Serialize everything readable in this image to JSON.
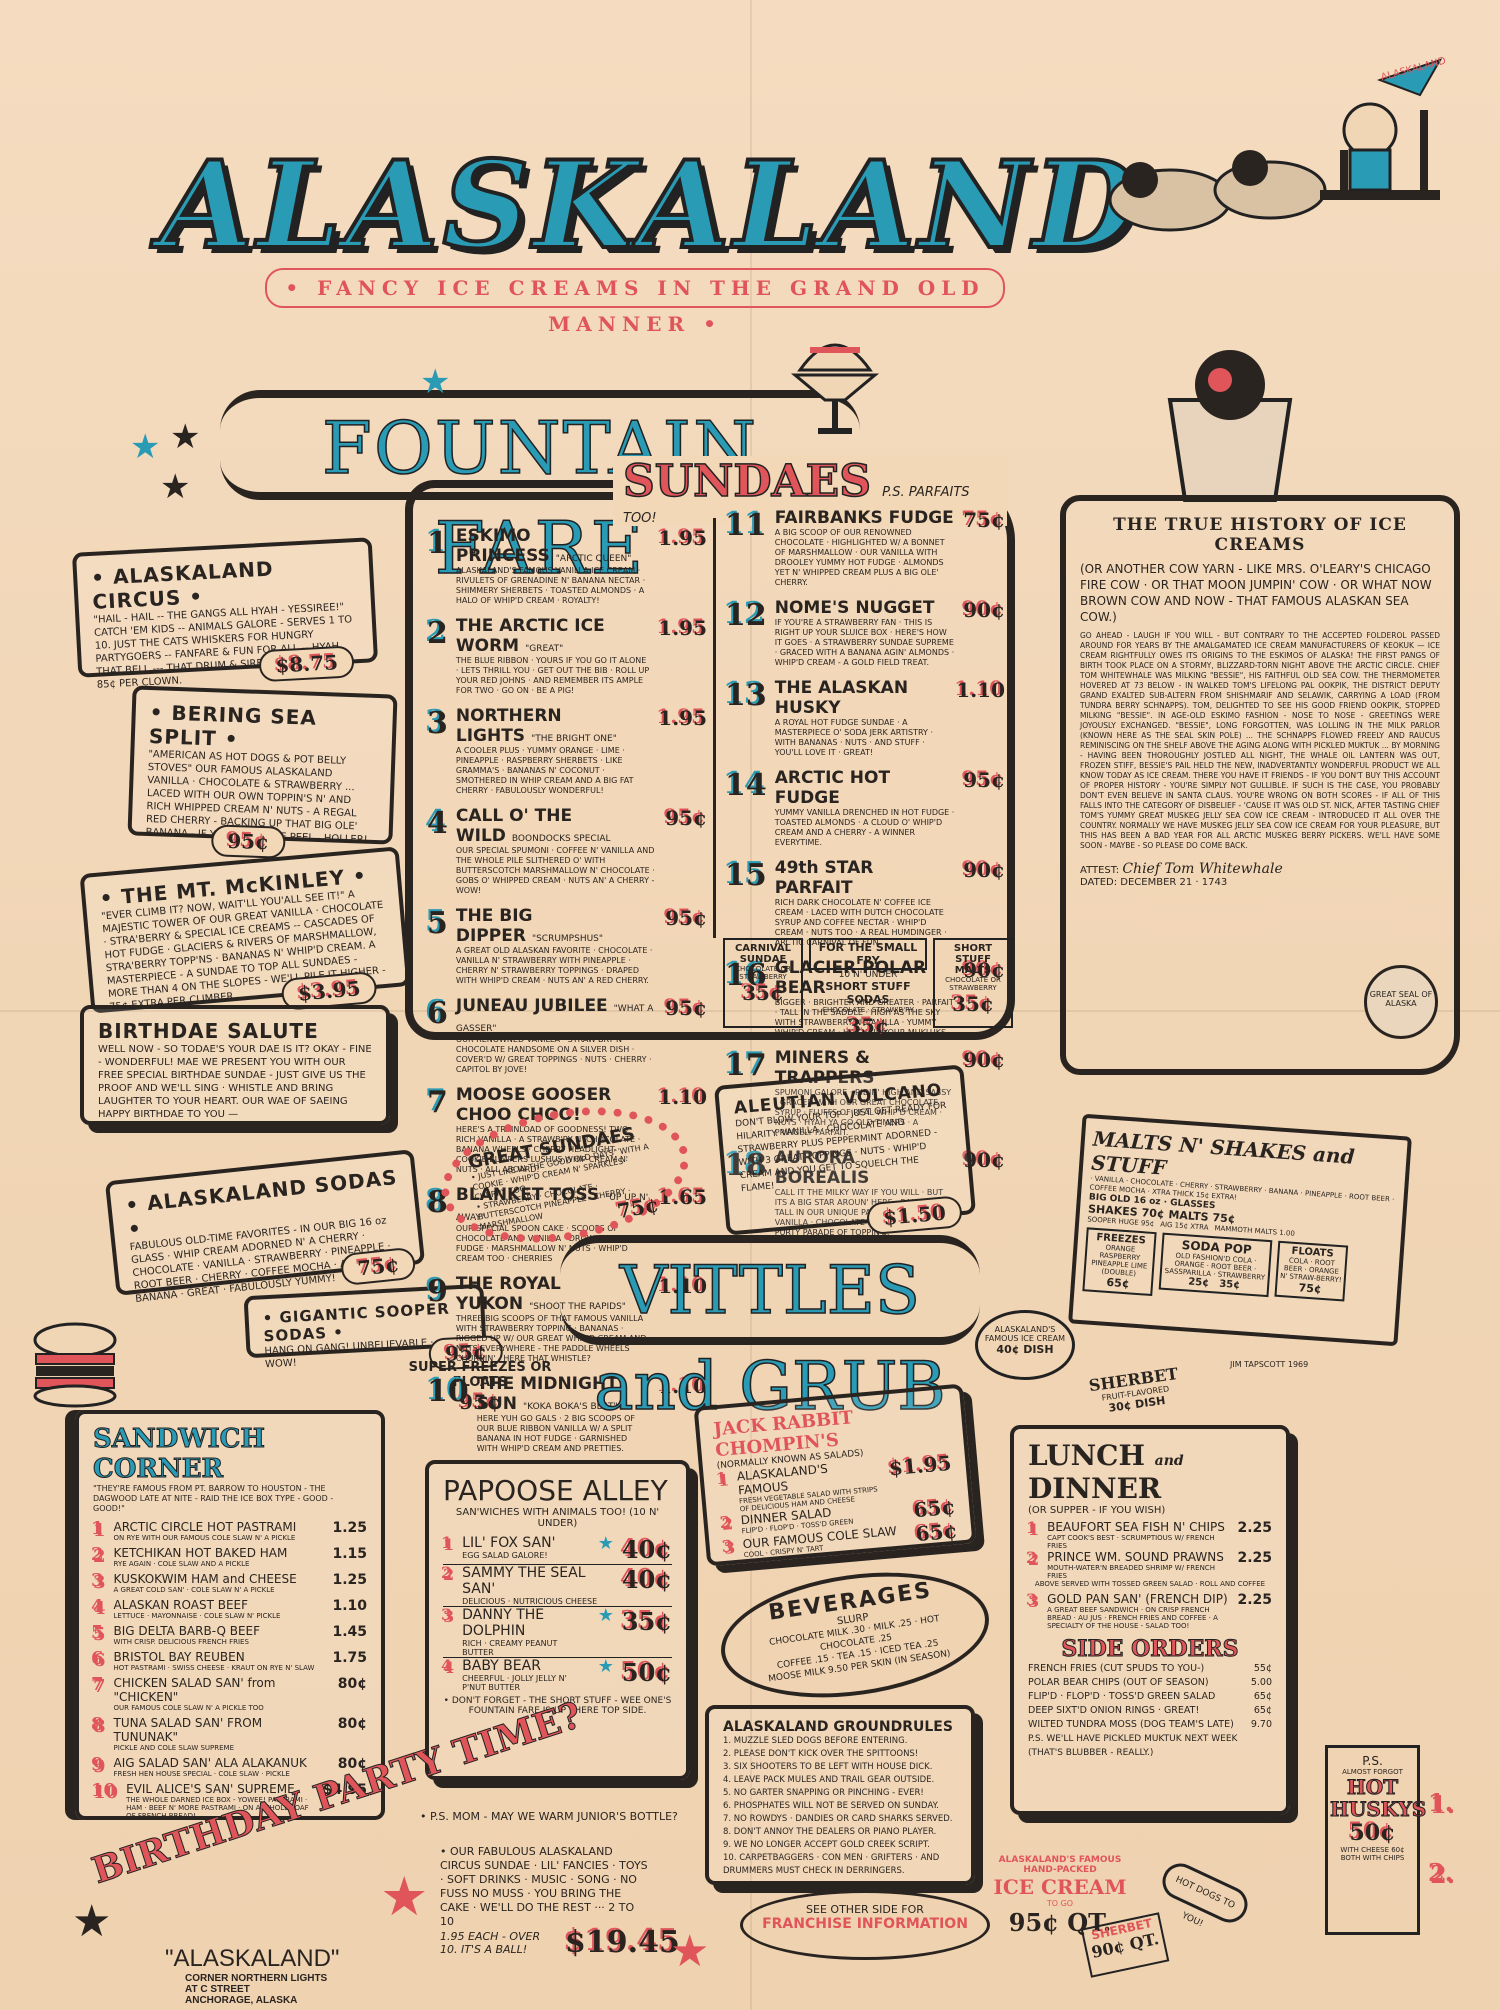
{
  "header": {
    "title": "ALASKALAND",
    "tagline": "• FANCY ICE CREAMS IN THE GRAND OLD MANNER •",
    "flag_label": "ALASKALAND"
  },
  "colors": {
    "paper": "#f3d8b8",
    "ink": "#2a2420",
    "blue": "#2a9bb5",
    "red": "#e0555a"
  },
  "fountain_fare": {
    "title": "FOUNTAIN FARE",
    "specials": [
      {
        "name": "• ALASKALAND CIRCUS •",
        "desc": "\"HAIL - HAIL -- THE GANGS ALL HYAH - YESSIREE!\" CATCH 'EM KIDS -- ANIMALS GALORE - SERVES 1 TO 10. JUST THE CATS WHISKERS FOR HUNGRY PARTYGOERS -- FANFARE & FUN FOR ALL -- HYAH THAT BELL --- THAT DRUM & SIREN - BIGGER ONES 85¢ PER CLOWN.",
        "price": "$8.75"
      },
      {
        "name": "• BERING SEA SPLIT •",
        "desc": "\"AMERICAN AS HOT DOGS & POT BELLY STOVES\" OUR FAMOUS ALASKALAND VANILLA · CHOCOLATE & STRAWBERRY ... LACED WITH OUR OWN TOPPIN'S N' AND RICH WHIPPED CREAM N' NUTS - A REGAL RED CHERRY - BACKING UP THAT BIG OLE' BANANA - IF YOU WANT THE PEEL - HOLLER!",
        "price": "95¢"
      },
      {
        "name": "• THE MT. McKINLEY •",
        "desc": "\"EVER CLIMB IT? NOW, WAIT'LL YOU'ALL SEE IT!\" A MAJESTIC TOWER OF OUR GREAT VANILLA · CHOCOLATE · STRA'BERRY & SPECIAL ICE CREAMS -- CASCADES OF HOT FUDGE · GLACIERS & RIVERS OF MARSHMALLOW, STRA'BERRY TOPP'NS · BANANAS N' WHIP'D CREAM. A MASTERPIECE - A SUNDAE TO TOP ALL SUNDAES - MORE THAN 4 ON THE SLOPES - WE'LL PILE IT HIGHER - 75¢ EXTRA PER CLIMBER.",
        "price": "$3.95"
      },
      {
        "name": "BIRTHDAE SALUTE",
        "desc": "WELL NOW - SO TODAE'S YOUR DAE IS IT? OKAY - FINE - WONDERFUL! MAE WE PRESENT YOU WITH OUR FREE SPECIAL BIRTHDAE SUNDAE - JUST GIVE US THE PROOF AND WE'LL SING · WHISTLE AND BRING LAUGHTER TO YOUR HEART. OUR WAE OF SAEING HAPPY BIRTHDAE TO YOU —",
        "price": ""
      },
      {
        "name": "• ALASKALAND SODAS •",
        "desc": "FABULOUS OLD-TIME FAVORITES - IN OUR BIG 16 oz GLASS · WHIP CREAM ADORNED N' A CHERRY · CHOCOLATE · VANILLA · STRAWBERRY · PINEAPPLE · ROOT BEER · CHERRY · COFFEE MOCHA · AND BANANA · GREAT · FABULOUSLY YUMMY!",
        "price": "75¢"
      },
      {
        "name": "• GIGANTIC SOOPER SODAS •",
        "desc": "HANG ON GANG! UNBELIEVABLE · WOW!",
        "price": "95¢"
      }
    ],
    "freezes_floats": {
      "label": "SUPER FREEZES OR FLOATS",
      "price": "95¢"
    }
  },
  "sundaes": {
    "title": "SUNDAES",
    "subtitle": "P.S. PARFAITS TOO!",
    "items": [
      {
        "n": "1",
        "name": "ESKIMO PRINCESS",
        "tag": "\"ARCTIC QUEEN\"",
        "desc": "ALASKALAND'S FAMOUS VANILLA ICE CREAM · RIVULETS OF GRENADINE N' BANANA NECTAR · SHIMMERY SHERBETS · TOASTED ALMONDS · A HALO OF WHIP'D CREAM · ROYALTY!",
        "price": "1.95"
      },
      {
        "n": "2",
        "name": "THE ARCTIC ICE WORM",
        "tag": "\"GREAT\"",
        "desc": "THE BLUE RIBBON · YOURS IF YOU GO IT ALONE · LETS THRILL YOU · GET OUT THE BIB · ROLL UP YOUR RED JOHNS · AND REMEMBER ITS AMPLE FOR TWO · GO ON · BE A PIG!",
        "price": "1.95"
      },
      {
        "n": "3",
        "name": "NORTHERN LIGHTS",
        "tag": "\"THE BRIGHT ONE\"",
        "desc": "A COOLER PLUS · YUMMY ORANGE · LIME · PINEAPPLE · RASPBERRY SHERBETS · LIKE GRAMMA'S · BANANAS N' COCONUT · SMOTHERED IN WHIP CREAM AND A BIG FAT CHERRY · FABULOUSLY WONDERFUL!",
        "price": "1.95"
      },
      {
        "n": "4",
        "name": "CALL O' THE WILD",
        "tag": "BOONDOCKS SPECIAL",
        "desc": "OUR SPECIAL SPUMONI · COFFEE N' VANILLA AND THE WHOLE PILE SLITHERED O' WITH BUTTERSCOTCH MARSHMALLOW N' CHOCOLATE · GOBS O' WHIPPED CREAM · NUTS AN' A CHERRY - WOW!",
        "price": "95¢"
      },
      {
        "n": "5",
        "name": "THE BIG DIPPER",
        "tag": "\"SCRUMPSHUS\"",
        "desc": "A GREAT OLD ALASKAN FAVORITE · CHOCOLATE · VANILLA N' STRAWBERRY WITH PINEAPPLE · CHERRY N' STRAWBERRY TOPPINGS · DRAPED WITH WHIP'D CREAM · NUTS AN' A RED CHERRY.",
        "price": "95¢"
      },
      {
        "n": "6",
        "name": "JUNEAU JUBILEE",
        "tag": "\"WHAT A GASSER\"",
        "desc": "OUR RENOWNED VANILLA · STRAW'BRY N' CHOCOLATE HANDSOME ON A SILVER DISH · COVER'D W/ GREAT TOPPINGS · NUTS · CHERRY · CAPITOL BY JOVE!",
        "price": "95¢"
      },
      {
        "n": "7",
        "name": "MOOSE GOOSER CHOO CHOO!",
        "tag": "",
        "desc": "HERE'S A TRAINLOAD OF GOODNESS! TWO RICH VANILLA · A STRAWB'RY N' CHOCOLATE · BANANA WHEELS · CHERRY HEADLIGHT · COOKIE BUMPERS LUSHUS WHIP CREAM N' NUTS · ALL ABOARD!",
        "price": "1.10"
      },
      {
        "n": "8",
        "name": "BLANKET TOSS",
        "tag": "\"UP UP N' AWAY\"",
        "desc": "OUR SPECIAL SPOON CAKE · SCOOPS OF CHOCOLATE AND VANILLA · DROWNED IN HOT FUDGE · MARSHMALLOW N' NUTS · WHIP'D CREAM TOO · CHERRIES",
        "price": "1.65"
      },
      {
        "n": "9",
        "name": "THE ROYAL YUKON",
        "tag": "\"SHOOT THE RAPIDS\"",
        "desc": "THREE BIG SCOOPS OF THAT FAMOUS VANILLA WITH STRAWBERRY TOPPING · BANANAS · RIGGED UP W/ OUR GREAT WHIP'D CREAM AND NUTS EVERYWHERE - THE PADDLE WHEELS CHURNIN' - HERE THAT WHISTLE?",
        "price": "1.10"
      },
      {
        "n": "10",
        "name": "THE MIDNIGHT SUN",
        "tag": "\"KOKA BOKA'S BEST\"",
        "desc": "HERE YUH GO GALS · 2 BIG SCOOPS OF OUR BLUE RIBBON VANILLA W/ A SPLIT BANANA IN HOT FUDGE · GARNISHED WITH WHIP'D CREAM AND PRETTIES.",
        "price": "1.10"
      },
      {
        "n": "11",
        "name": "FAIRBANKS FUDGE",
        "tag": "",
        "desc": "A BIG SCOOP OF OUR RENOWNED CHOCOLATE · HIGHLIGHTED W/ A BONNET OF MARSHMALLOW · OUR VANILLA WITH DROOLEY YUMMY HOT FUDGE · ALMONDS YET N' WHIPPED CREAM PLUS A BIG OLE' CHERRY.",
        "price": "75¢"
      },
      {
        "n": "12",
        "name": "NOME'S NUGGET",
        "tag": "",
        "desc": "IF YOU'RE A STRAWBERRY FAN · THIS IS RIGHT UP YOUR SLUICE BOX · HERE'S HOW IT GOES · A STRAWBERRY SUNDAE SUPREME · GRACED WITH A BANANA AGIN' ALMONDS · WHIP'D CREAM - A GOLD FIELD TREAT.",
        "price": "90¢"
      },
      {
        "n": "13",
        "name": "THE ALASKAN HUSKY",
        "tag": "",
        "desc": "A ROYAL HOT FUDGE SUNDAE · A MASTERPIECE O' SODA JERK ARTISTRY · WITH BANANAS · NUTS · AND STUFF · YOU'LL LOVE IT · GREAT!",
        "price": "1.10"
      },
      {
        "n": "14",
        "name": "ARCTIC HOT FUDGE",
        "tag": "",
        "desc": "YUMMY VANILLA DRENCHED IN HOT FUDGE · TOASTED ALMONDS · A CLOUD O' WHIP'D CREAM AND A CHERRY - A WINNER EVERYTIME.",
        "price": "95¢"
      },
      {
        "n": "15",
        "name": "49th STAR PARFAIT",
        "tag": "",
        "desc": "RICH DARK CHOCOLATE N' COFFEE ICE CREAM · LACED WITH DUTCH CHOCOLATE SYRUP AND COFFEE NECTAR · WHIP'D CREAM · NUTS TOO · A REAL HUMDINGER · ARCTIC CARNIVAL OF FUN.",
        "price": "90¢"
      },
      {
        "n": "16",
        "name": "GLACIER POLAR BEAR",
        "tag": "",
        "desc": "BIGGER · BRIGHTER AND GREATER · PARFAIT · TALL IN THE SADDLE · HIGH AS THE SKY WITH STRAWBERRY N' VANILLA · YUMMY WHIP'D CREAM · HITCH UP YOUR MUKLUKS.",
        "price": "90¢"
      },
      {
        "n": "17",
        "name": "MINERS & TRAPPERS",
        "tag": "",
        "desc": "SPUMONI GALORE · RIDIN' HIGH AND SASSY · GRACED WITH OUR GREAT CHOCOLATE SYRUP · FLUFFS OF REAL WHIP'D CREAM · NUTS · HYAH YA GO OLD TIMERS · A PRINCELY PARFAIT.",
        "price": "90¢"
      },
      {
        "n": "18",
        "name": "AURORA BOREALIS",
        "tag": "",
        "desc": "CALL IT THE MILKY WAY IF YOU WILL · BUT ITS A BIG STAR AROUN' HERE · RAKED UP TALL IN OUR UNIQUE PARFAIT GLASS · VANILLA · CHOCOLATE STRAWBERRY N' A PURTY PARADE OF TOPPIN'S.",
        "price": "90¢"
      }
    ],
    "small_fry": {
      "label": "FOR THE SMALL FRY",
      "sublabel": "10 N' UNDER",
      "items": [
        {
          "name": "CARNIVAL SUNDAE",
          "desc": "CHOCOLATE OR STRAWBERRY",
          "price": "35¢"
        },
        {
          "name": "SHORT STUFF SODAS",
          "desc": "CHOCOLATE · STRAW'B'RY",
          "price": "35¢"
        },
        {
          "name": "SHORT STUFF MALTS",
          "desc": "CHOCOLATE OR STRAWBERRY",
          "price": "35¢"
        }
      ]
    }
  },
  "history": {
    "title": "THE TRUE HISTORY OF ICE CREAMS",
    "intro": "(OR ANOTHER COW YARN - LIKE MRS. O'LEARY'S CHICAGO FIRE COW · OR THAT MOON JUMPIN' COW · OR WHAT NOW BROWN COW AND NOW - THAT FAMOUS ALASKAN SEA COW.)",
    "body": "GO AHEAD - LAUGH IF YOU WILL - BUT CONTRARY TO THE ACCEPTED FOLDEROL PASSED AROUND FOR YEARS BY THE AMALGAMATED ICE CREAM MANUFACTURERS OF KEOKUK — ICE CREAM RIGHTFULLY OWES ITS ORIGINS TO THE ESKIMOS OF ALASKA! THE FIRST PANGS OF BIRTH TOOK PLACE ON A STORMY, BLIZZARD-TORN NIGHT ABOVE THE ARCTIC CIRCLE. CHIEF TOM WHITEWHALE WAS MILKING \"BESSIE\", HIS FAITHFUL OLD SEA COW. THE THERMOMETER HOVERED AT 73 BELOW - IN WALKED TOM'S LIFELONG PAL OOKPIK, THE DISTRICT DEPUTY GRAND EXALTED SUB-ALTERN FROM SHISHMARIF AND SELAWIK, CARRYING A LOAD (FROM TUNDRA BERRY SCHNAPPS). TOM, DELIGHTED TO SEE HIS GOOD FRIEND OOKPIK, STOPPED MILKING \"BESSIE\". IN AGE-OLD ESKIMO FASHION - NOSE TO NOSE - GREETINGS WERE JOYOUSLY EXCHANGED. \"BESSIE\", LONG FORGOTTEN, WAS LOLLING IN THE MILK PARLOR (KNOWN HERE AS THE SEAL SKIN POLE) ... THE SCHNAPPS FLOWED FREELY AND RAUCUS REMINISCING ON THE SHELF ABOVE THE AGING ALONG WITH PICKLED MUKTUK ... BY MORNING - HAVING BEEN THOROUGHLY JOSTLED ALL NIGHT, THE WHALE OIL LANTERN WAS OUT, FROZEN STIFF, BESSIE'S PAIL HELD THE NEW, INADVERTANTLY WONDERFUL PRODUCT WE ALL KNOW TODAY AS ICE CREAM. THERE YOU HAVE IT FRIENDS - IF YOU DON'T BUY THIS ACCOUNT OF PROPER HISTORY - YOU'RE SIMPLY NOT GULLIBLE. IF SUCH IS THE CASE, YOU PROBABLY DON'T EVEN BELIEVE IN SANTA CLAUS. YOU'RE WRONG ON BOTH SCORES - IF ALL OF THIS FALLS INTO THE CATEGORY OF DISBELIEF - 'CAUSE IT WAS OLD ST. NICK, AFTER TASTING CHIEF TOM'S YUMMY GREAT MUSKEG JELLY SEA COW ICE CREAM - INTRODUCED IT ALL OVER THE COUNTRY. NORMALLY WE HAVE MUSKEG JELLY SEA COW ICE CREAM FOR YOUR PLEASURE, BUT THIS HAS BEEN A BAD YEAR FOR ALL ARCTIC MUSKEG BERRY PICKERS. WE'LL HAVE SOME SOON - MAYBE - SO PLEASE DO COME BACK.",
    "attest_label": "ATTEST:",
    "signature": "Chief Tom Whitewhale",
    "dated": "DATED: DECEMBER 21 · 1743",
    "seal": "GREAT SEAL OF ALASKA"
  },
  "great_sundaes": {
    "title": "GREAT SUNDAES",
    "lines": [
      "• JUST LIKE IN THE GOOD OLD DAYS\" WITH A COOKIE · WHIP'D CREAM N' SPARKLES · CHERRY TOO.",
      "• STRAWBERRY · CHOCOLATE · BUTTERSCOTCH PINEAPPLE · CHERRY · MARSHMALLOW"
    ],
    "price": "75¢"
  },
  "aleutian_volcano": {
    "title": "ALEUTIAN VOLCANO",
    "desc": "DON'T BLOW YOUR TOP - JUST GET READY FOR HILARITY. VANILLA · CHOCOLATE AND STRAWBERRY PLUS PEPPERMINT ADORNED - WITH 3 GREAT TOPPINGS · NUTS · WHIP'D CREAM AND YOU GET TO SQUELCH THE FLAME!",
    "price": "$1.50"
  },
  "malts_shakes": {
    "title": "MALTS N' SHAKES and STUFF",
    "flavors": "· VANILLA · CHOCOLATE · CHERRY · STRAWBERRY · BANANA · PINEAPPLE · ROOT BEER · COFFEE MOCHA · XTRA THICK 15¢ EXTRA!",
    "glass": "BIG OLD 16 oz · GLASSES",
    "shakes": {
      "label": "SHAKES",
      "price": "70¢",
      "note": "SOOPER HUGE 95¢"
    },
    "malts": {
      "label": "MALTS",
      "price": "75¢",
      "note": "MAMMOTH MALTS 1.00"
    },
    "aig_note": "AIG 15¢ XTRA",
    "freezes": {
      "title": "FREEZES",
      "flavors": "ORANGE RASPBERRY PINEAPPLE LIME",
      "note": "(DOUBLE)",
      "price": "65¢"
    },
    "soda_pop": {
      "title": "SODA POP",
      "flavors": "OLD FASHION'D COLA · ORANGE · ROOT BEER · SASSPARILLA · STRAWBERRY",
      "price_small": "25¢",
      "price_large": "35¢"
    },
    "floats": {
      "title": "FLOATS",
      "flavors": "COLA · ROOT BEER · ORANGE N' STRAW-BERRY!",
      "price": "75¢"
    },
    "artist": "JIM TAPSCOTT 1969"
  },
  "ice_cream_dish": {
    "label": "ALASKALAND'S FAMOUS ICE CREAM",
    "price": "40¢ DISH"
  },
  "sherbet_dish": {
    "label": "SHERBET",
    "sub": "FRUIT-FLAVORED",
    "price": "30¢ DISH"
  },
  "vittles": {
    "title": "VITTLES and GRUB"
  },
  "sandwich_corner": {
    "title": "SANDWICH CORNER",
    "intro": "\"THEY'RE FAMOUS FROM PT. BARROW TO HOUSTON - THE DAGWOOD LATE AT NITE - RAID THE ICE BOX TYPE - GOOD - GOOD!\"",
    "items": [
      {
        "n": "1",
        "name": "ARCTIC CIRCLE HOT PASTRAMI",
        "desc": "ON RYE WITH OUR FAMOUS COLE SLAW N' A PICKLE",
        "price": "1.25"
      },
      {
        "n": "2",
        "name": "KETCHIKAN HOT BAKED HAM",
        "desc": "RYE AGAIN · COLE SLAW AND A PICKLE",
        "price": "1.15"
      },
      {
        "n": "3",
        "name": "KUSKOKWIM HAM and CHEESE",
        "desc": "A GREAT COLD SAN' · COLE SLAW N' A PICKLE",
        "price": "1.25"
      },
      {
        "n": "4",
        "name": "ALASKAN ROAST BEEF",
        "desc": "LETTUCE · MAYONNAISE · COLE SLAW N' PICKLE",
        "price": "1.10"
      },
      {
        "n": "5",
        "name": "BIG DELTA BARB-Q BEEF",
        "desc": "WITH CRISP. DELICIOUS FRENCH FRIES",
        "price": "1.45"
      },
      {
        "n": "6",
        "name": "BRISTOL BAY REUBEN",
        "desc": "HOT PASTRAMI · SWISS CHEESE · KRAUT ON RYE N' SLAW",
        "price": "1.75"
      },
      {
        "n": "7",
        "name": "CHICKEN SALAD SAN' from \"CHICKEN\"",
        "desc": "OUR FAMOUS COLE SLAW N' A PICKLE TOO",
        "price": "80¢"
      },
      {
        "n": "8",
        "name": "TUNA SALAD SAN' FROM TUNUNAK\"",
        "desc": "PICKLE AND COLE SLAW SUPREME",
        "price": "80¢"
      },
      {
        "n": "9",
        "name": "AIG SALAD SAN' ALA ALAKANUK",
        "desc": "FRESH HEN HOUSE SPECIAL · COLE SLAW · PICKLE",
        "price": "80¢"
      },
      {
        "n": "10",
        "name": "EVIL ALICE'S SAN' SUPREME",
        "desc": "THE WHOLE DARNED ICE BOX - YOWEE! PASTRAMI · HAM · BEEF N' MORE PASTRAMI · ON A WHOLE LOAF OF FRENCH BREAD!",
        "price": "$4.95"
      }
    ]
  },
  "papoose_alley": {
    "title": "PAPOOSE ALLEY",
    "subtitle": "SAN'WICHES WITH ANIMALS TOO! (10 N' UNDER)",
    "items": [
      {
        "n": "1",
        "name": "LIL' FOX SAN'",
        "desc": "EGG SALAD GALORE!",
        "price": "40¢"
      },
      {
        "n": "2",
        "name": "SAMMY THE SEAL SAN'",
        "desc": "DELICIOUS · NUTRICIOUS CHEESE",
        "price": "40¢"
      },
      {
        "n": "3",
        "name": "DANNY THE DOLPHIN",
        "desc": "RICH · CREAMY PEANUT BUTTER",
        "price": "35¢"
      },
      {
        "n": "4",
        "name": "BABY BEAR",
        "desc": "CHEERFUL · JOLLY JELLY N' P'NUT BUTTER",
        "price": "50¢"
      }
    ],
    "note": "• DON'T FORGET - THE SHORT STUFF - WEE ONE'S FOUNTAIN FARE IS UP THERE TOP SIDE.",
    "ps": "• P.S. MOM - MAY WE WARM JUNIOR'S BOTTLE?"
  },
  "jack_rabbit": {
    "title": "JACK RABBIT CHOMPIN'S",
    "subtitle": "(NORMALLY KNOWN AS SALADS)",
    "items": [
      {
        "n": "1",
        "name": "ALASKALAND'S FAMOUS",
        "desc": "FRESH VEGETABLE SALAD WITH STRIPS OF DELICIOUS HAM AND CHEESE",
        "price": "$1.95"
      },
      {
        "n": "2",
        "name": "DINNER SALAD",
        "desc": "FLIP'D · FLOP'D · TOSS'D GREEN",
        "price": "65¢"
      },
      {
        "n": "3",
        "name": "OUR FAMOUS COLE SLAW",
        "desc": "COOL · CRISPY N' TART",
        "price": "65¢"
      }
    ]
  },
  "beverages": {
    "title": "BEVERAGES",
    "subtitle": "SLURP",
    "items": [
      {
        "name": "CHOCOLATE MILK",
        "price": ".30"
      },
      {
        "name": "MILK",
        "price": ".25"
      },
      {
        "name": "HOT CHOCOLATE",
        "price": ".25"
      },
      {
        "name": "COFFEE",
        "price": ".15"
      },
      {
        "name": "TEA",
        "price": ".15"
      },
      {
        "name": "ICED TEA",
        "price": ".25"
      },
      {
        "name": "MOOSE MILK",
        "price": "9.50 PER SKIN"
      }
    ],
    "note": "(IN SEASON)"
  },
  "groundrules": {
    "title": "ALASKALAND GROUNDRULES",
    "rules": [
      "1. MUZZLE SLED DOGS BEFORE ENTERING.",
      "2. PLEASE DON'T KICK OVER THE SPITTOONS!",
      "3. SIX SHOOTERS TO BE LEFT WITH HOUSE DICK.",
      "4. LEAVE PACK MULES AND TRAIL GEAR OUTSIDE.",
      "5. NO GARTER SNAPPING OR PINCHING - EVER!",
      "6. PHOSPHATES WILL NOT BE SERVED ON SUNDAY.",
      "7. NO ROWDYS · DANDIES OR CARD SHARKS SERVED.",
      "8. DON'T ANNOY THE DEALERS OR PIANO PLAYER.",
      "9. WE NO LONGER ACCEPT GOLD CREEK SCRIPT.",
      "10. CARPETBAGGERS · CON MEN · GRIFTERS · AND DRUMMERS MUST CHECK IN DERRINGERS."
    ]
  },
  "lunch_dinner": {
    "title_a": "LUNCH",
    "title_and": "and",
    "title_b": "DINNER",
    "subtitle": "(OR SUPPER - IF YOU WISH)",
    "items": [
      {
        "n": "1",
        "name": "BEAUFORT SEA FISH N' CHIPS",
        "desc": "CAPT COOK'S BEST · SCRUMPTIOUS W/ FRENCH FRIES",
        "price": "2.25"
      },
      {
        "n": "2",
        "name": "PRINCE WM. SOUND PRAWNS",
        "desc": "MOUTH-WATER'N BREADED SHRIMP W/ FRENCH FRIES",
        "price": "2.25"
      },
      {
        "n": "3",
        "name": "GOLD PAN SAN' (FRENCH DIP)",
        "desc": "A GREAT BEEF SANDWICH · ON CRISP FRENCH BREAD · AU JUS · FRENCH FRIES AND COFFEE · A SPECIALTY OF THE HOUSE - SALAD TOO!",
        "price": "2.25"
      }
    ],
    "served_note": "ABOVE SERVED WITH TOSSED GREEN SALAD · ROLL AND COFFEE"
  },
  "side_orders": {
    "title": "SIDE ORDERS",
    "items": [
      {
        "name": "FRENCH FRIES (CUT SPUDS TO YOU-)",
        "price": "55¢"
      },
      {
        "name": "POLAR BEAR CHIPS (OUT OF SEASON)",
        "price": "5.00"
      },
      {
        "name": "FLIP'D · FLOP'D · TOSS'D GREEN SALAD",
        "price": "65¢"
      },
      {
        "name": "DEEP SIXT'D ONION RINGS · GREAT!",
        "price": "65¢"
      },
      {
        "name": "WILTED TUNDRA MOSS (DOG TEAM'S LATE)",
        "price": "9.70"
      }
    ],
    "ps": "P.S. WE'LL HAVE PICKLED MUKTUK NEXT WEEK (THAT'S BLUBBER - REALLY.)"
  },
  "hot_huskys": {
    "ps": "P.S.",
    "note": "ALMOST FORGOT",
    "title": "HOT HUSKYS",
    "price": "50¢",
    "with_cheese": "WITH CHEESE 60¢",
    "with_chips": "BOTH WITH CHIPS",
    "side_prices": [
      "1.",
      "2."
    ]
  },
  "birthday_party": {
    "title": "BIRTHDAY PARTY TIME?",
    "desc": "• OUR FABULOUS ALASKALAND CIRCUS SUNDAE · LIL' FANCIES · TOYS · SOFT DRINKS · MUSIC · SONG · NO FUSS NO MUSS · YOU BRING THE CAKE · WE'LL DO THE REST ··· 2 TO 10",
    "extra": "1.95 EACH - OVER 10. IT'S A BALL!",
    "price": "$19.45"
  },
  "address": {
    "name": "\"ALASKALAND\"",
    "line1": "CORNER NORTHERN LIGHTS",
    "line2": "AT C STREET",
    "line3": "ANCHORAGE, ALASKA"
  },
  "franchise": {
    "pre": "SEE OTHER SIDE FOR",
    "main": "FRANCHISE INFORMATION"
  },
  "to_go": {
    "label": "ALASKALAND'S FAMOUS HAND-PACKED",
    "title": "ICE CREAM",
    "sub": "TO GO",
    "price": "95¢ QT.",
    "sherbet_label": "SHERBET",
    "sherbet_price": "90¢ QT.",
    "hotdog_label": "HOT DOGS TO YOU!"
  }
}
